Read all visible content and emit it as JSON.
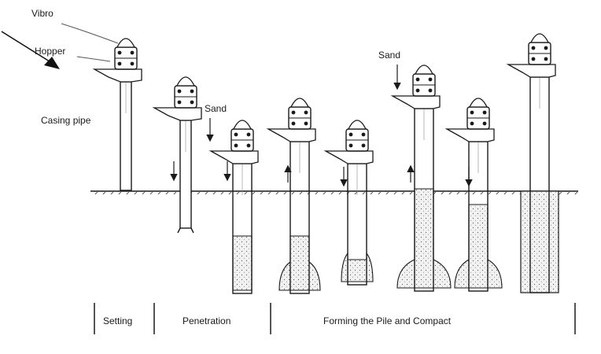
{
  "labels": {
    "vibro": "Vibro",
    "hopper": "Hopper",
    "casing_pipe": "Casing pipe",
    "sand_1": "Sand",
    "sand_2": "Sand"
  },
  "stages": {
    "setting": "Setting",
    "penetration": "Penetration",
    "forming": "Forming the Pile and Compact"
  },
  "colors": {
    "ink": "#1a1a1a",
    "sand_fill": "#ececec"
  }
}
